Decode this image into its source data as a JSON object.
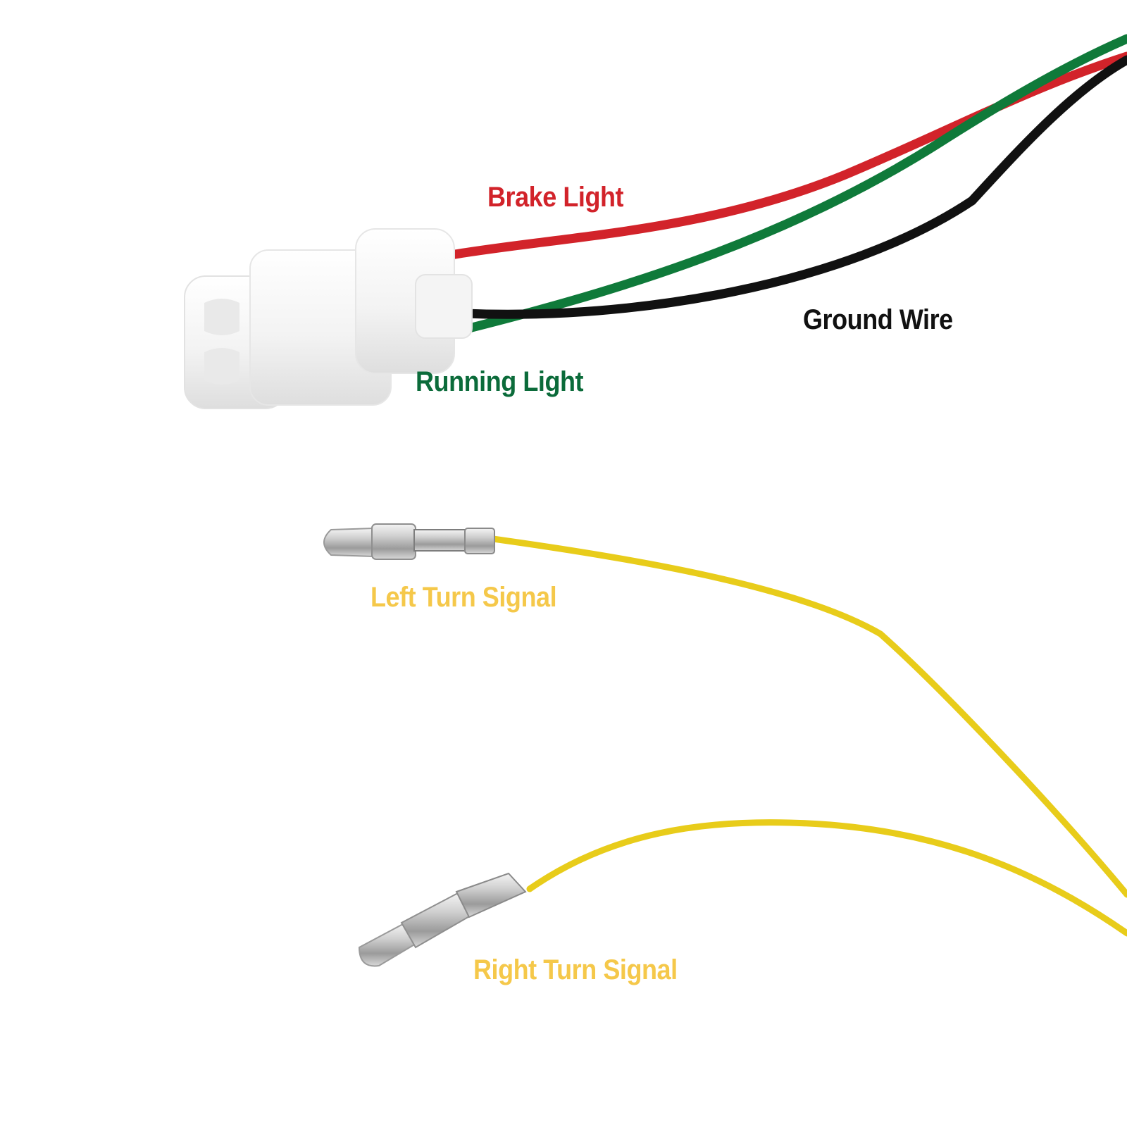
{
  "labels": {
    "brake_light": "Brake Light",
    "running_light": "Running Light",
    "ground_wire": "Ground Wire",
    "left_turn_signal": "Left Turn Signal",
    "right_turn_signal": "Right Turn Signal"
  },
  "colors": {
    "background": "#ffffff",
    "brake_wire": "#d2232a",
    "running_wire": "#0f7a3a",
    "ground_wire": "#111111",
    "turn_wire": "#e8cc1a",
    "brake_label": "#d2232a",
    "running_label": "#0b6b3a",
    "ground_label": "#111111",
    "turn_label": "#f5c84a",
    "connector": "#f2f2f2",
    "connector_shadow": "#d6d6d6",
    "terminal": "#c9c9c9",
    "terminal_dark": "#8a8a8a"
  }
}
